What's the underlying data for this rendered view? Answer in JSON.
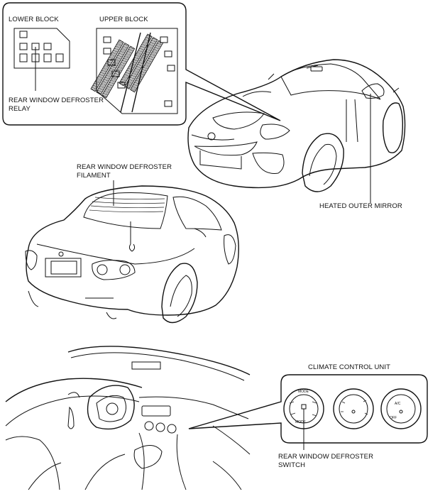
{
  "labels": {
    "lower_block": "LOWER BLOCK",
    "upper_block": "UPPER BLOCK",
    "relay_line1": "REAR WINDOW DEFROSTER",
    "relay_line2": "RELAY",
    "filament_line1": "REAR WINDOW DEFROSTER",
    "filament_line2": "FILAMENT",
    "heated_mirror": "HEATED OUTER MIRROR",
    "climate_unit": "CLIMATE CONTROL UNIT",
    "switch_line1": "REAR WINDOW DEFROSTER",
    "switch_line2": "SWITCH"
  },
  "dial_markings": {
    "mode": "MODE",
    "ac": "A/C",
    "off": "OFF"
  }
}
